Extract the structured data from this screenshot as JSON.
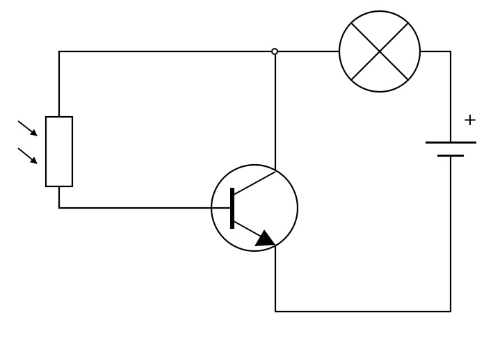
{
  "diagram": {
    "battery_polarity_label": "+"
  },
  "colors": {
    "stroke": "#000000",
    "background": "#ffffff"
  },
  "components": [
    {
      "id": "ldr",
      "icon": "light-dependent-resistor"
    },
    {
      "id": "lamp",
      "icon": "lamp-cross-circle"
    },
    {
      "id": "battery",
      "icon": "battery-cell"
    },
    {
      "id": "transistor",
      "icon": "npn-transistor"
    },
    {
      "id": "junction",
      "icon": "junction-dot"
    }
  ]
}
